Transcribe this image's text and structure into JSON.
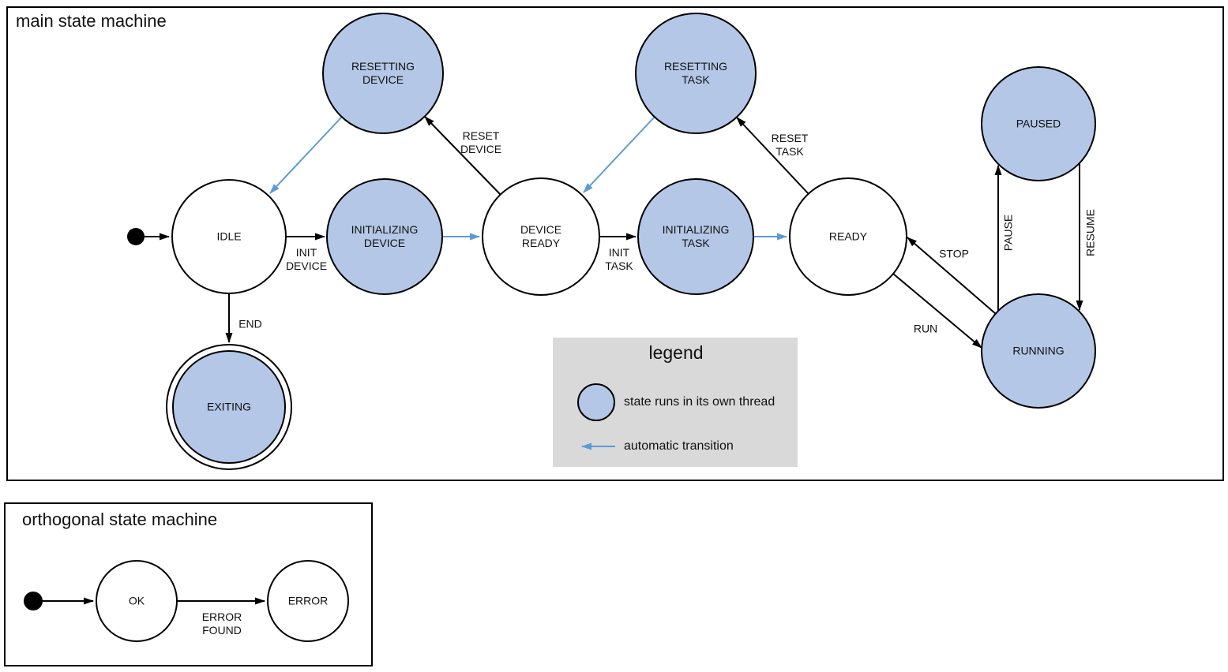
{
  "main": {
    "title": "main state machine",
    "states": {
      "idle": "IDLE",
      "resetting_device": "RESETTING\nDEVICE",
      "initializing_device": "INITIALIZING\nDEVICE",
      "device_ready": "DEVICE\nREADY",
      "resetting_task": "RESETTING\nTASK",
      "initializing_task": "INITIALIZING\nTASK",
      "ready": "READY",
      "paused": "PAUSED",
      "running": "RUNNING",
      "exiting": "EXITING"
    },
    "transitions": {
      "init_device": "INIT\nDEVICE",
      "reset_device": "RESET\nDEVICE",
      "init_task": "INIT\nTASK",
      "reset_task": "RESET\nTASK",
      "end": "END",
      "stop": "STOP",
      "run": "RUN",
      "pause": "PAUSE",
      "resume": "RESUME"
    }
  },
  "legend": {
    "title": "legend",
    "thread_label": "state runs in its own thread",
    "auto_label": "automatic transition"
  },
  "orthogonal": {
    "title": "orthogonal state machine",
    "states": {
      "ok": "OK",
      "error": "ERROR"
    },
    "transitions": {
      "error_found": "ERROR\nFOUND"
    }
  },
  "colors": {
    "thread_fill": "#b4c7e7",
    "auto_arrow": "#5b9bd5",
    "legend_bg": "#d9d9d9",
    "line": "#000000"
  }
}
